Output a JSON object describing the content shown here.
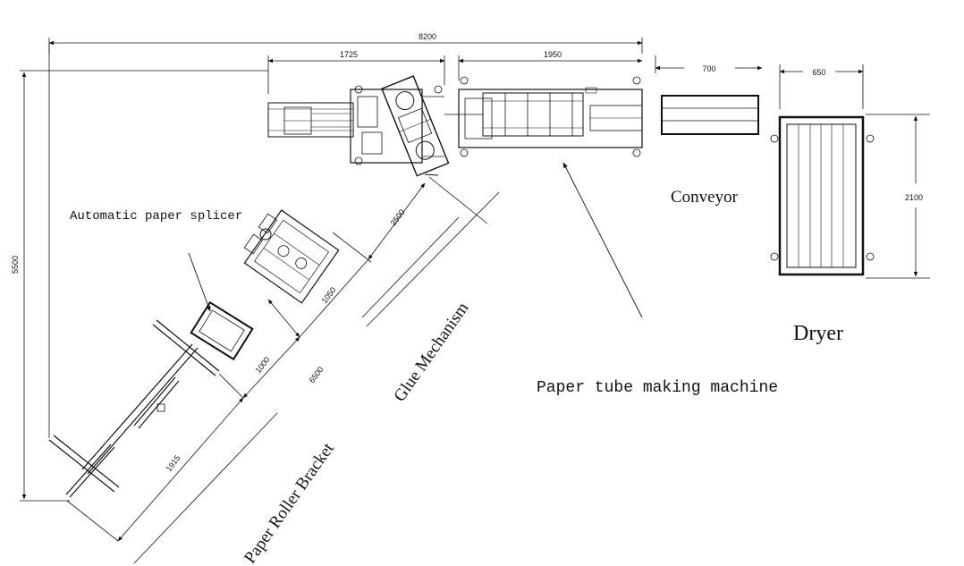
{
  "dimensions": {
    "total_width": "8200",
    "feed_section": "1725",
    "tube_machine": "1950",
    "conveyor_width": "700",
    "dryer_width": "650",
    "dryer_length": "2100",
    "total_height": "5500",
    "glue_offset": "2500",
    "splicer_depth": "1050",
    "diagonal_length": "6500",
    "bracket_gap": "1000",
    "bracket_length": "1915"
  },
  "labels": {
    "conveyor": "Conveyor",
    "dryer": "Dryer",
    "splicer": "Automatic paper splicer",
    "glue": "Glue Mechanism",
    "tube_machine": "Paper tube making machine",
    "roller_bracket": "Paper Roller Bracket"
  }
}
